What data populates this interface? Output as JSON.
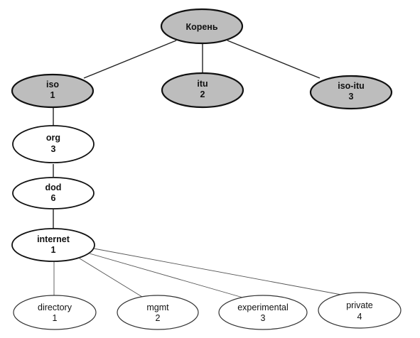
{
  "nodes": {
    "root": {
      "name": "Корень"
    },
    "iso": {
      "name": "iso",
      "num": "1"
    },
    "itu": {
      "name": "itu",
      "num": "2"
    },
    "iso_itu": {
      "name": "iso-itu",
      "num": "3"
    },
    "org": {
      "name": "org",
      "num": "3"
    },
    "dod": {
      "name": "dod",
      "num": "6"
    },
    "internet": {
      "name": "internet",
      "num": "1"
    },
    "directory": {
      "name": "directory",
      "num": "1"
    },
    "mgmt": {
      "name": "mgmt",
      "num": "2"
    },
    "experimental": {
      "name": "experimental",
      "num": "3"
    },
    "private": {
      "name": "private",
      "num": "4"
    }
  },
  "colors": {
    "shaded_fill": "#bdbdbd",
    "stroke": "#111111",
    "background": "#ffffff"
  }
}
